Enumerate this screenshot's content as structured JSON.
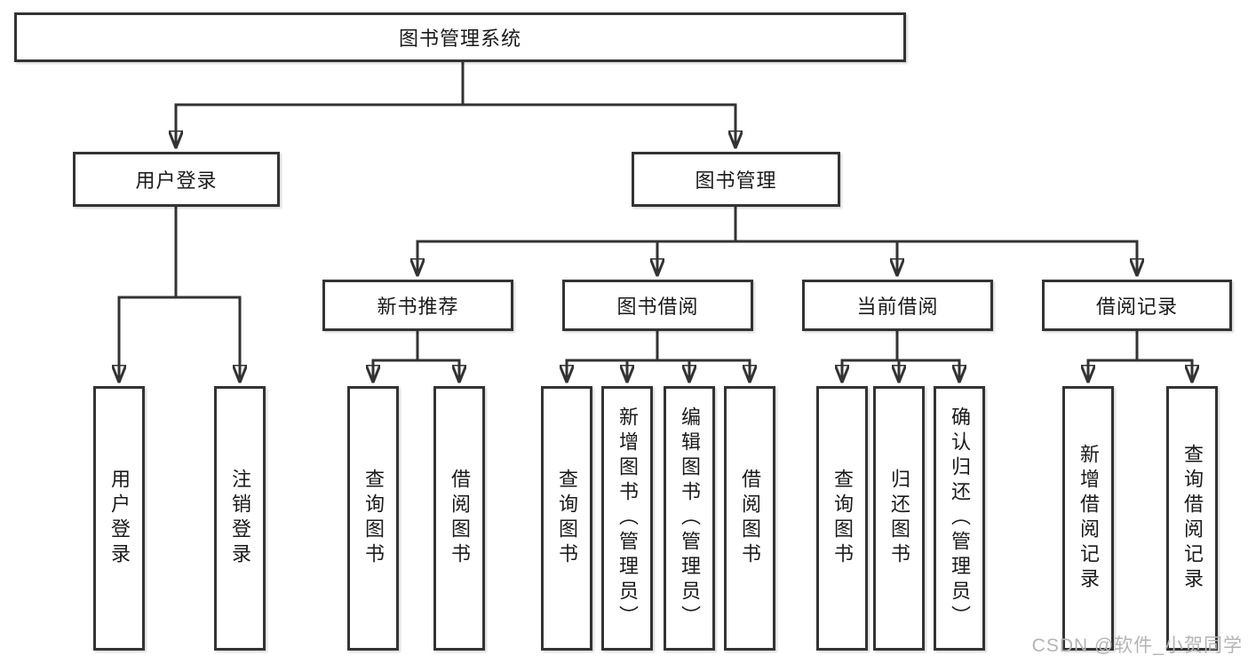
{
  "diagram": {
    "title": "图书管理系统",
    "root": {
      "label": "图书管理系统"
    },
    "branches": [
      {
        "label": "用户登录",
        "children": [
          {
            "label": "用户登录"
          },
          {
            "label": "注销登录"
          }
        ]
      },
      {
        "label": "图书管理",
        "groups": [
          {
            "label": "新书推荐",
            "children": [
              {
                "label": "查询图书"
              },
              {
                "label": "借阅图书"
              }
            ]
          },
          {
            "label": "图书借阅",
            "children": [
              {
                "label": "查询图书"
              },
              {
                "label": "新增图书（管理员）"
              },
              {
                "label": "编辑图书（管理员）"
              },
              {
                "label": "借阅图书"
              }
            ]
          },
          {
            "label": "当前借阅",
            "children": [
              {
                "label": "查询图书"
              },
              {
                "label": "归还图书"
              },
              {
                "label": "确认归还（管理员）"
              }
            ]
          },
          {
            "label": "借阅记录",
            "children": [
              {
                "label": "新增借阅记录"
              },
              {
                "label": "查询借阅记录"
              }
            ]
          }
        ]
      }
    ]
  },
  "watermark": {
    "text": "CSDN @软件_小贺同学"
  },
  "colors": {
    "line": "#333333",
    "box_border": "#333333",
    "box_bg": "#ffffff",
    "text": "#1a1a1a",
    "canvas_bg": "#ffffff",
    "watermark": "#b4b4b4"
  }
}
